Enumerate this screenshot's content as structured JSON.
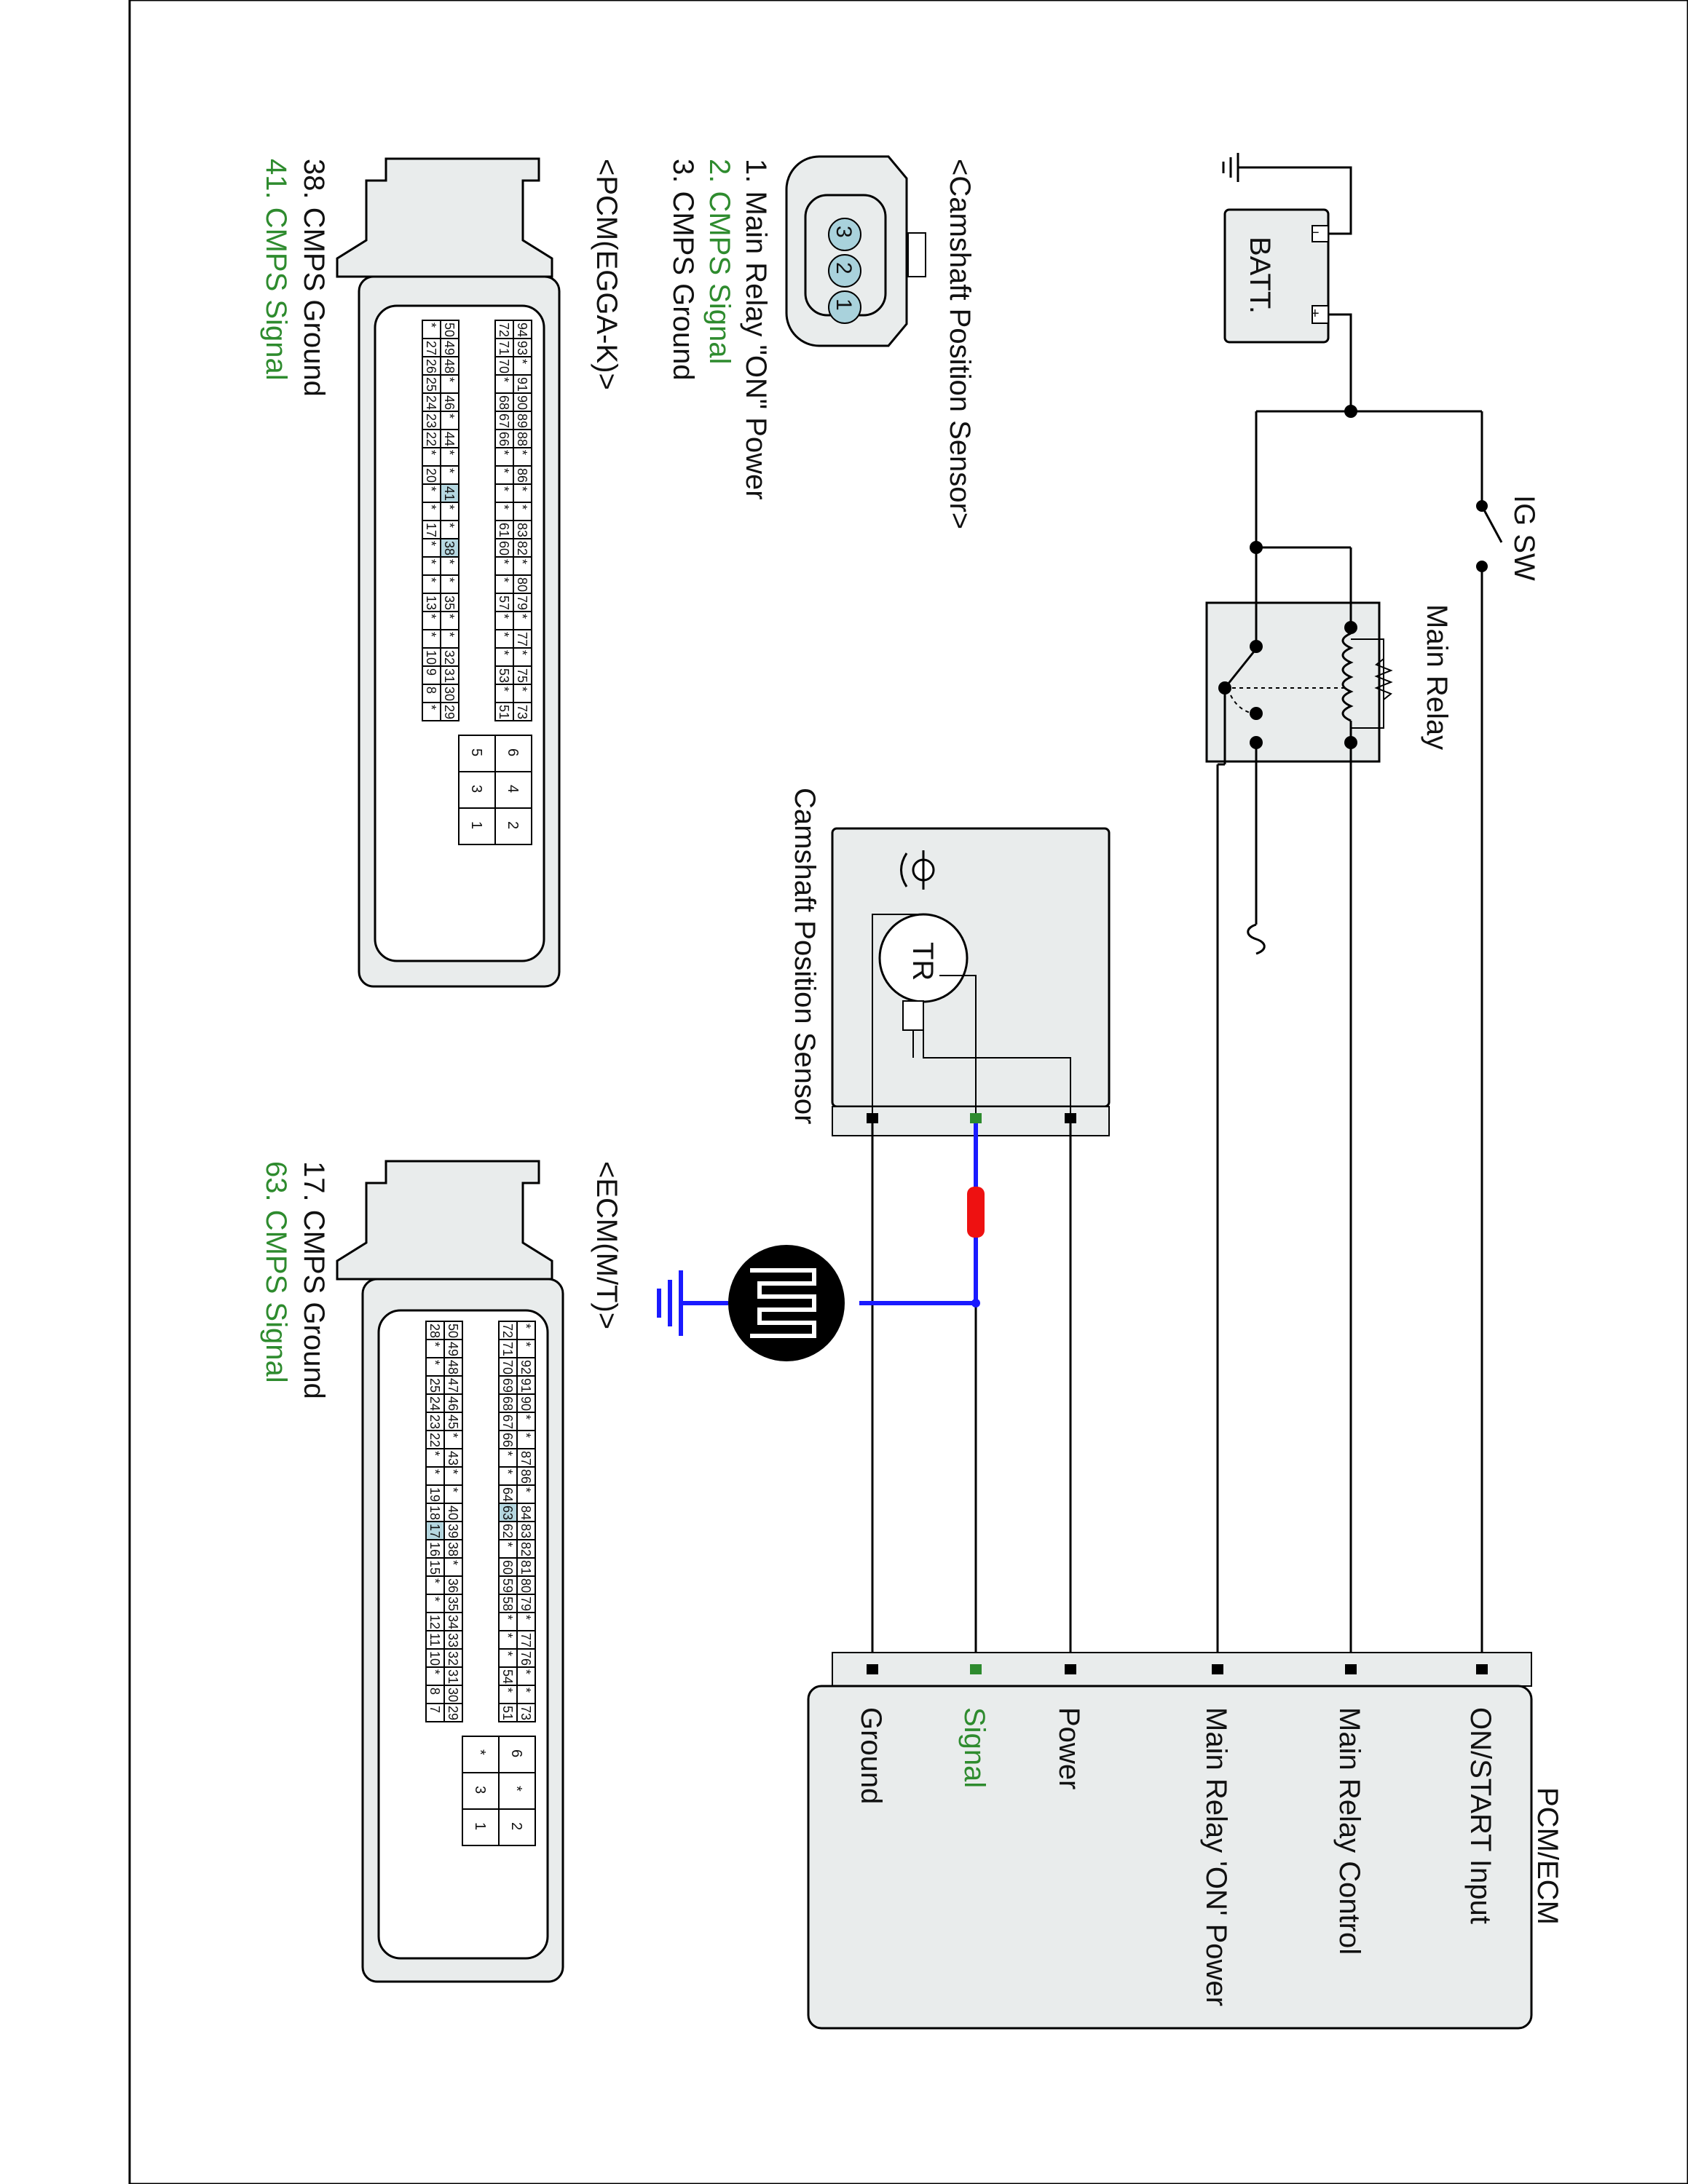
{
  "battery": {
    "label": "BATT."
  },
  "ig_switch": {
    "label": "IG SW"
  },
  "main_relay": {
    "label": "Main Relay"
  },
  "cmp_sensor": {
    "label": "Camshaft Position Sensor",
    "tr_label": "TR"
  },
  "pcm_ecm": {
    "title": "PCM/ECM",
    "terminals": [
      "ON/START Input",
      "Main Relay Control",
      "Main Relay 'ON' Power",
      "Power",
      "Signal",
      "Ground"
    ]
  },
  "sensor_connector": {
    "title": "<Camshaft Position Sensor>",
    "pins_left_to_right": [
      "3",
      "2",
      "1"
    ],
    "legend": [
      {
        "text": "1. Main Relay \"ON\" Power",
        "color": "#111111"
      },
      {
        "text": "2. CMPS Signal",
        "color": "#2e8b2e"
      },
      {
        "text": "3. CMPS Ground",
        "color": "#111111"
      }
    ]
  },
  "pcm_connector": {
    "title": "<PCM(EGGA-K)>",
    "legend": [
      {
        "text": "38. CMPS Ground",
        "color": "#111111"
      },
      {
        "text": "41. CMPS Signal",
        "color": "#2e8b2e"
      }
    ],
    "highlight": [
      "41",
      "38"
    ],
    "rows": [
      [
        "94",
        "93",
        "*",
        "91",
        "90",
        "89",
        "88",
        "*",
        "86",
        "*",
        "*",
        "83",
        "82",
        "*",
        "80",
        "79",
        "*",
        "77",
        "*",
        "75",
        "*",
        "73"
      ],
      [
        "72",
        "71",
        "70",
        "*",
        "68",
        "67",
        "66",
        "*",
        "*",
        "*",
        "*",
        "61",
        "60",
        "*",
        "*",
        "57",
        "*",
        "*",
        "*",
        "53",
        "*",
        "51"
      ],
      [
        "50",
        "49",
        "48",
        "*",
        "46",
        "*",
        "44",
        "*",
        "*",
        "41",
        "*",
        "*",
        "38",
        "*",
        "*",
        "35",
        "*",
        "*",
        "32",
        "31",
        "30",
        "29"
      ],
      [
        "*",
        "27",
        "26",
        "25",
        "24",
        "23",
        "22",
        "*",
        "20",
        "*",
        "*",
        "17",
        "*",
        "*",
        "*",
        "13",
        "*",
        "*",
        "10",
        "9",
        "8",
        "*"
      ]
    ],
    "power_pins": [
      [
        "6",
        "5"
      ],
      [
        "4",
        "3"
      ],
      [
        "2",
        "1"
      ]
    ]
  },
  "ecm_connector": {
    "title": "<ECM(M/T)>",
    "legend": [
      {
        "text": "17. CMPS Ground",
        "color": "#111111"
      },
      {
        "text": "63. CMPS Signal",
        "color": "#2e8b2e"
      }
    ],
    "highlight": [
      "63",
      "17"
    ],
    "rows": [
      [
        "*",
        "*",
        "92",
        "91",
        "90",
        "*",
        "*",
        "87",
        "86",
        "*",
        "84",
        "83",
        "82",
        "81",
        "80",
        "79",
        "*",
        "77",
        "76",
        "*",
        "*",
        "73"
      ],
      [
        "72",
        "71",
        "70",
        "69",
        "68",
        "67",
        "66",
        "*",
        "*",
        "64",
        "63",
        "62",
        "*",
        "60",
        "59",
        "58",
        "*",
        "*",
        "*",
        "54",
        "*",
        "51"
      ],
      [
        "50",
        "49",
        "48",
        "47",
        "46",
        "45",
        "*",
        "43",
        "*",
        "*",
        "40",
        "39",
        "38",
        "*",
        "36",
        "35",
        "34",
        "33",
        "32",
        "31",
        "30",
        "29"
      ],
      [
        "28",
        "*",
        "*",
        "25",
        "24",
        "23",
        "22",
        "*",
        "*",
        "19",
        "18",
        "17",
        "16",
        "15",
        "*",
        "*",
        "12",
        "11",
        "10",
        "*",
        "8",
        "7"
      ]
    ],
    "power_pins": [
      [
        "6",
        "*"
      ],
      [
        "*",
        "3"
      ],
      [
        "2",
        "1"
      ]
    ]
  }
}
